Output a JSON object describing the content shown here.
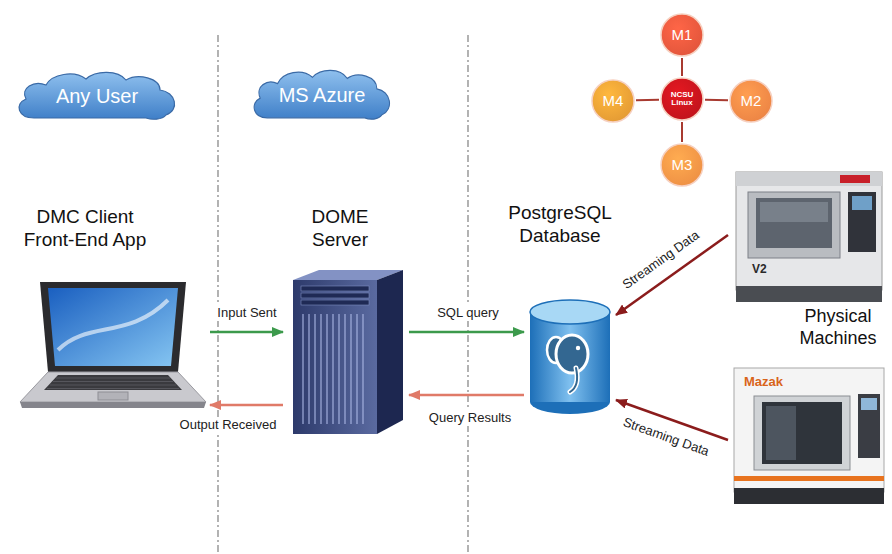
{
  "diagram": {
    "nodes": [
      {
        "text": [
          "Any User"
        ]
      },
      {
        "text": [
          "MS Azure"
        ]
      },
      {
        "text": [
          "M1"
        ]
      },
      {
        "text": [
          "M4"
        ]
      },
      {
        "text": [
          "NCSU Linux"
        ]
      },
      {
        "text": [
          "M2"
        ]
      },
      {
        "text": [
          "M3"
        ]
      },
      {
        "text": [
          "DMC Client Front-End App"
        ]
      },
      {
        "text": [
          "DOME Server"
        ]
      },
      {
        "text": [
          "PostgreSQL Database"
        ]
      },
      {
        "text": [
          "V2"
        ]
      },
      {
        "text": [
          "Mazak"
        ]
      }
    ],
    "edges": [
      {
        "from": 4,
        "to": 2,
        "arrow": "none"
      },
      {
        "from": 4,
        "to": 3,
        "arrow": "none"
      },
      {
        "from": 4,
        "to": 5,
        "arrow": "none"
      },
      {
        "from": 4,
        "to": 6,
        "arrow": "none"
      },
      {
        "from": 7,
        "to": 8,
        "label": "Input Sent",
        "arrow": "to"
      },
      {
        "from": 8,
        "to": 7,
        "label": "Output Received",
        "arrow": "to"
      },
      {
        "from": 8,
        "to": 9,
        "label": "SQL query",
        "arrow": "to"
      },
      {
        "from": 9,
        "to": 8,
        "label": "Query Results",
        "arrow": "to"
      },
      {
        "from": 10,
        "to": 9,
        "label": "Streaming Data",
        "arrow": "to"
      },
      {
        "from": 11,
        "to": 9,
        "label": "Streaming Data",
        "arrow": "to"
      }
    ],
    "labels": [
      "Physical Machines"
    ]
  }
}
